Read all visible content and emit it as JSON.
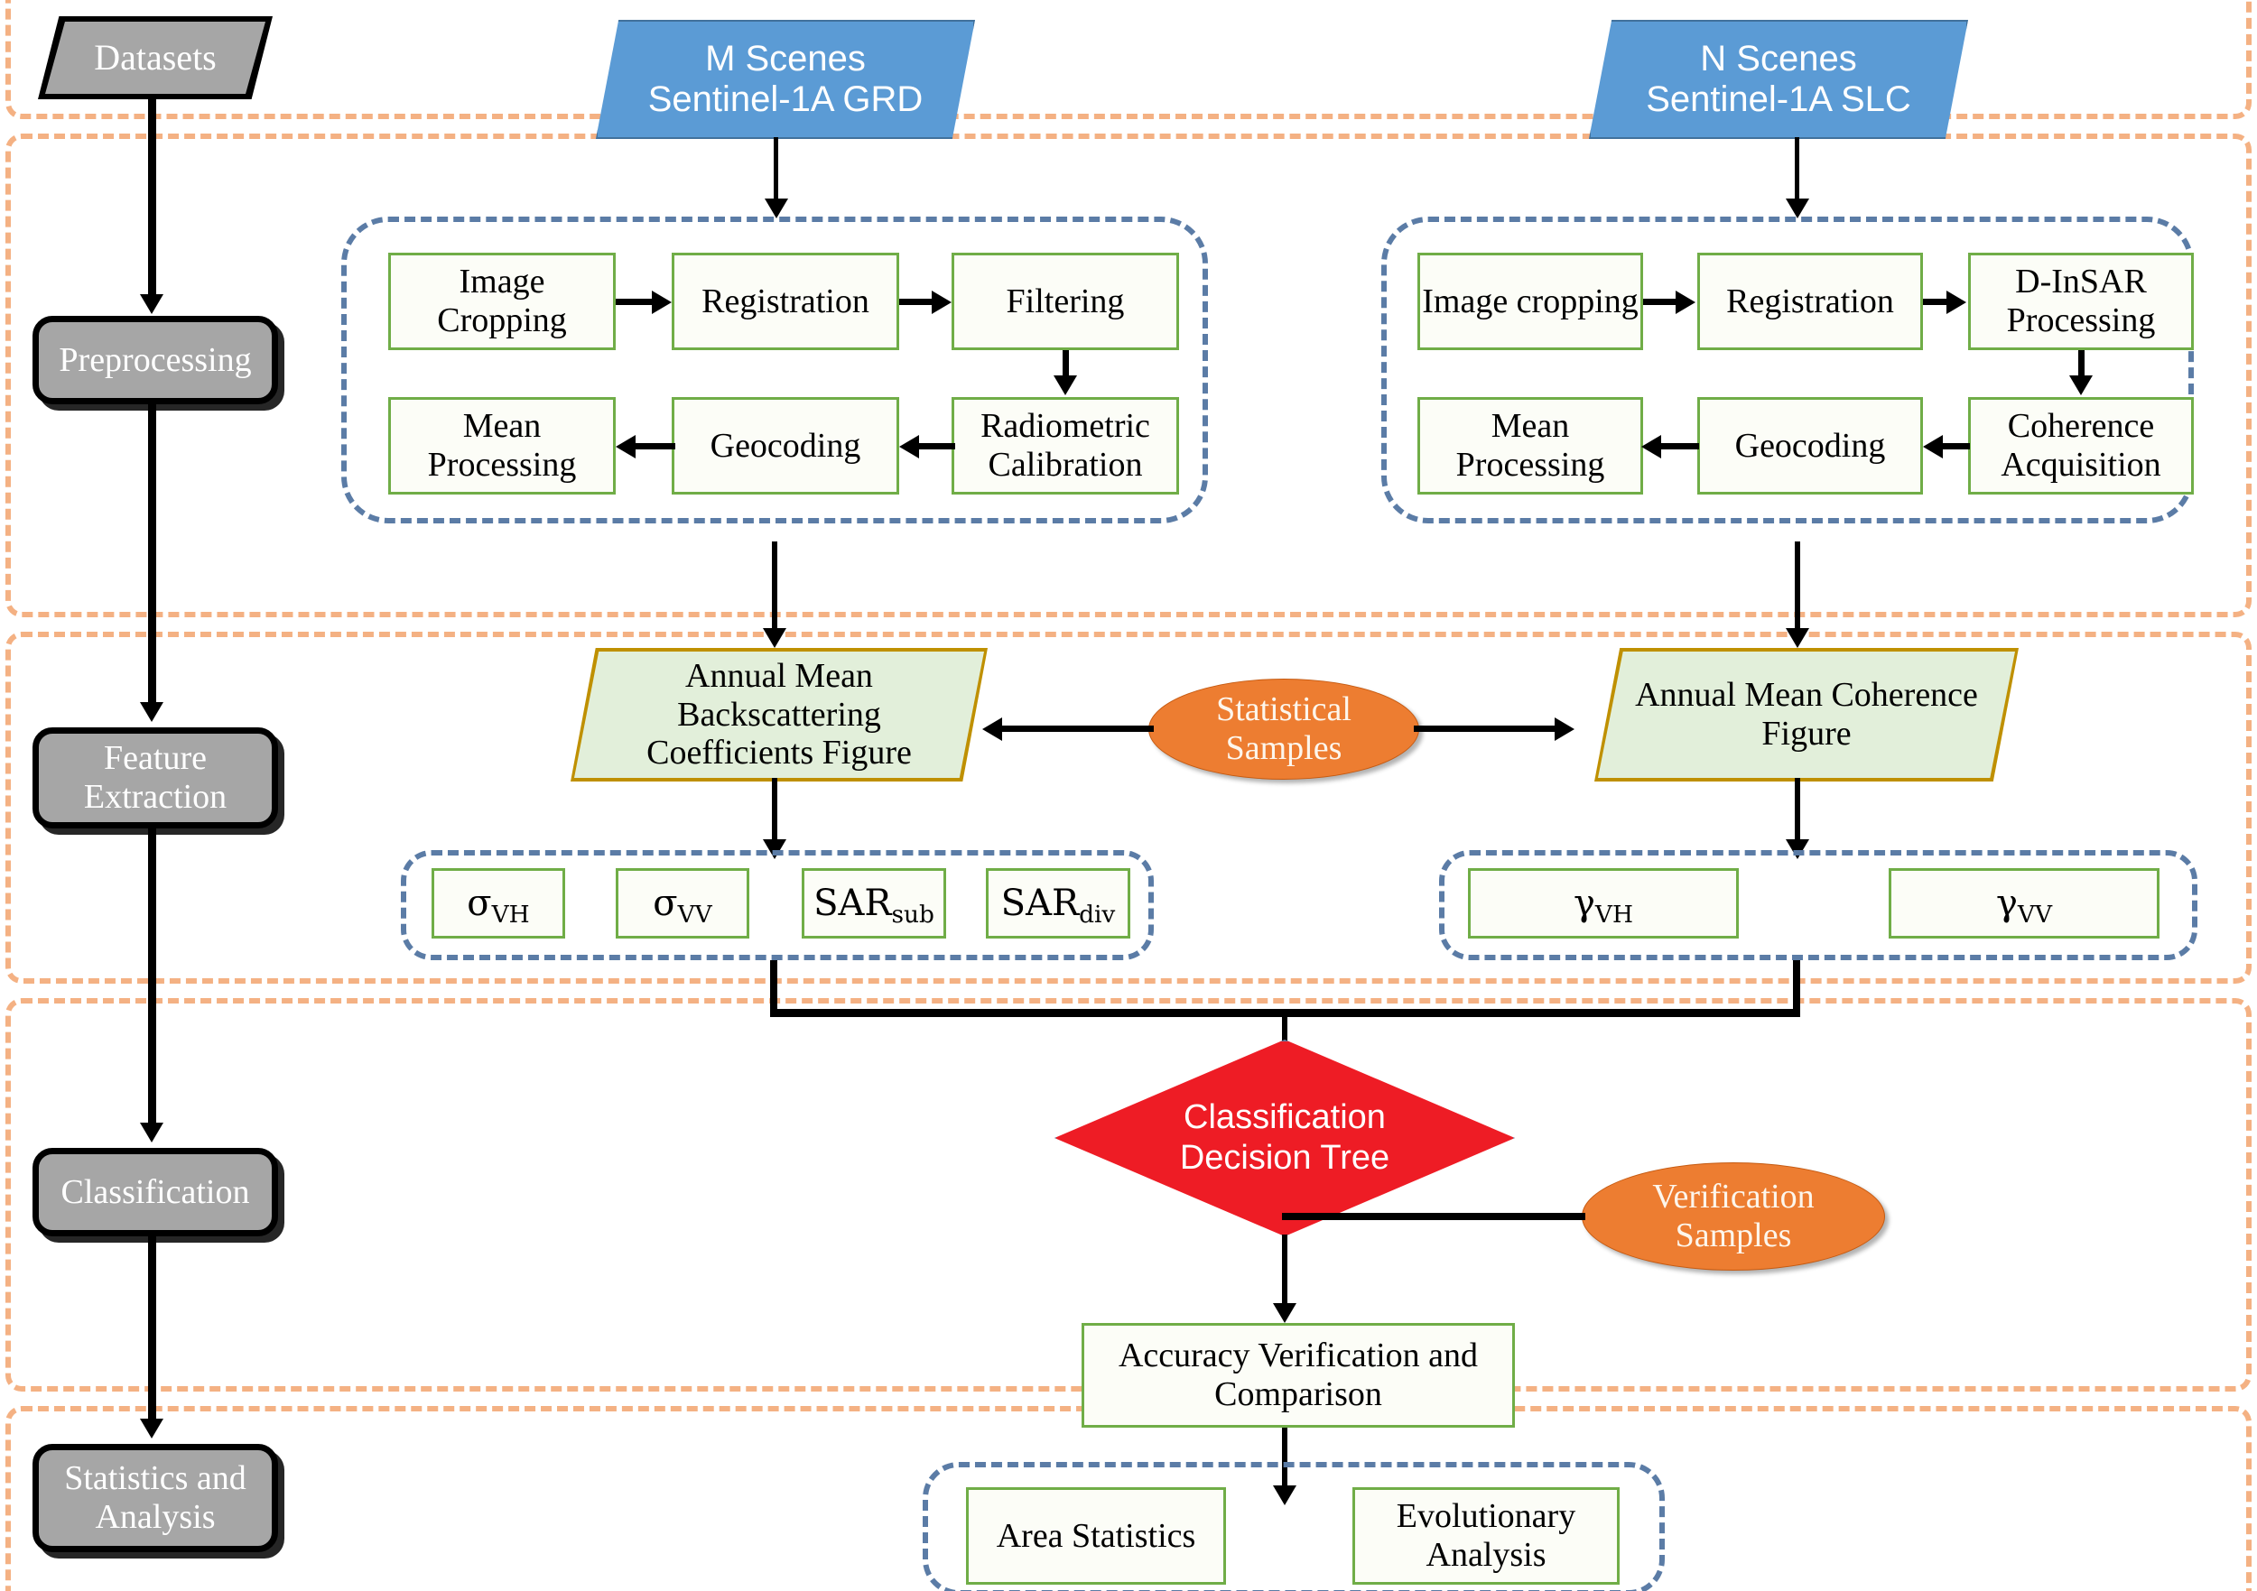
{
  "stages": [
    {
      "label": "Datasets"
    },
    {
      "label": "Preprocessing"
    },
    {
      "label": "Feature\nExtraction"
    },
    {
      "label": "Classification"
    },
    {
      "label": "Statistics and\nAnalysis"
    }
  ],
  "sources": [
    {
      "line1": "M Scenes",
      "line2": "Sentinel-1A GRD"
    },
    {
      "line1": "N Scenes",
      "line2": "Sentinel-1A SLC"
    }
  ],
  "preprocessing": {
    "grd": {
      "row1": [
        "Image Cropping",
        "Registration",
        "Filtering"
      ],
      "row2": [
        "Mean Processing",
        "Geocoding",
        "Radiometric Calibration"
      ]
    },
    "slc": {
      "row1": [
        "Image cropping",
        "Registration",
        "D-InSAR Processing"
      ],
      "row2": [
        "Mean Processing",
        "Geocoding",
        "Coherence Acquisition"
      ]
    }
  },
  "feature_extraction": {
    "left_figure": "Annual Mean Backscattering Coefficients Figure",
    "right_figure": "Annual Mean Coherence Figure",
    "statistical_samples": "Statistical Samples",
    "left_features": [
      "σVH",
      "σVV",
      "SARsub",
      "SARdiv"
    ],
    "right_features": [
      "γVH",
      "γVV"
    ]
  },
  "classification": {
    "decision": "Classification Decision Tree",
    "verification_samples": "Verification Samples",
    "accuracy_box": "Accuracy Verification and Comparison"
  },
  "statistics": {
    "boxes": [
      "Area Statistics",
      "Evolutionary Analysis"
    ]
  },
  "colors": {
    "band_border": "#f4b183",
    "group_border": "#5b7ca6",
    "source_fill": "#5b9bd5",
    "stage_fill": "#a6a6a6",
    "process_border": "#70ad47",
    "figure_fill": "#e2efda",
    "figure_border": "#bf9000",
    "ellipse_fill": "#ed7d31",
    "decision_fill": "#ee1c25"
  }
}
